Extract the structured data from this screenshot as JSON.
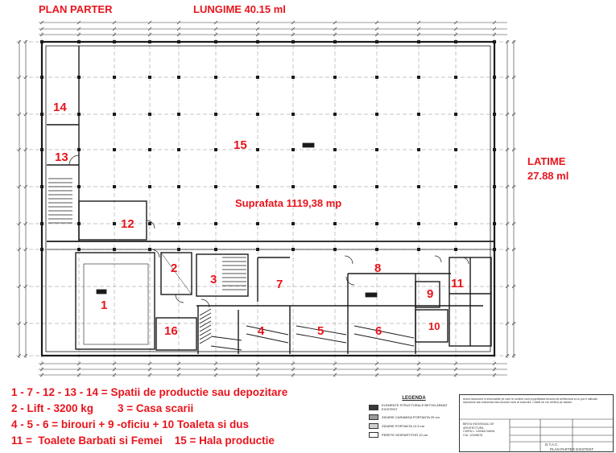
{
  "header": {
    "plan_title": "PLAN  PARTER",
    "length_label": "LUNGIME  40.15 ml"
  },
  "side_labels": {
    "width_title": "LATIME",
    "width_value": "27.88 ml",
    "area_label": "Suprafata 1119,38 mp"
  },
  "rooms": [
    "15",
    "14",
    "13",
    "12",
    "1",
    "2",
    "3",
    "7",
    "8",
    "9",
    "10",
    "11",
    "16",
    "4",
    "5",
    "6"
  ],
  "legend_lines": [
    "1 - 7 - 12 - 13 - 14 = Spatii de productie sau depozitare",
    "2 - Lift - 3200 kg        3 = Casa scarii",
    "4 - 5 - 6 = birouri + 9 -oficiu + 10 Toaleta si dus",
    "11 =  Toalete Barbati si Femei    15 = Hala productie"
  ],
  "drawing_legend": {
    "title": "LEGENDA",
    "items": [
      "ELEMENTE STRUCTURALE BETON ARMAT EXISTENT",
      "ZIDARIE CARAMIDA PORTANTA 25 cm",
      "ZIDARIE PORTANTA 12.5 cm",
      "PERETE DESPARTITOR 10 cm"
    ],
    "swatch_colors": [
      "#3a3a3a",
      "#9a9a9a",
      "#d0d0d0",
      "#ffffff"
    ]
  },
  "title_block": {
    "notes": "Acest document si informatiile pe care le contine sunt proprietatea biroului de arhitectura si nu pot fi utilizate, reproduse sau transmise fara acordul scris al autorului. Cotele se vor verifica pe santier.",
    "firm_lines": [
      "BIROU INDIVIDUAL DE ARHITECTURA",
      "CHIRU L. IOANA DIANA",
      "CUI: 12345678"
    ],
    "phase": "D.T.A.C.",
    "sheet_title": "PLAN PARTER EXISTENT"
  },
  "colors": {
    "annotation_red": "#e8141c",
    "line": "#1a1a1a",
    "grid": "#8a8a8a"
  }
}
